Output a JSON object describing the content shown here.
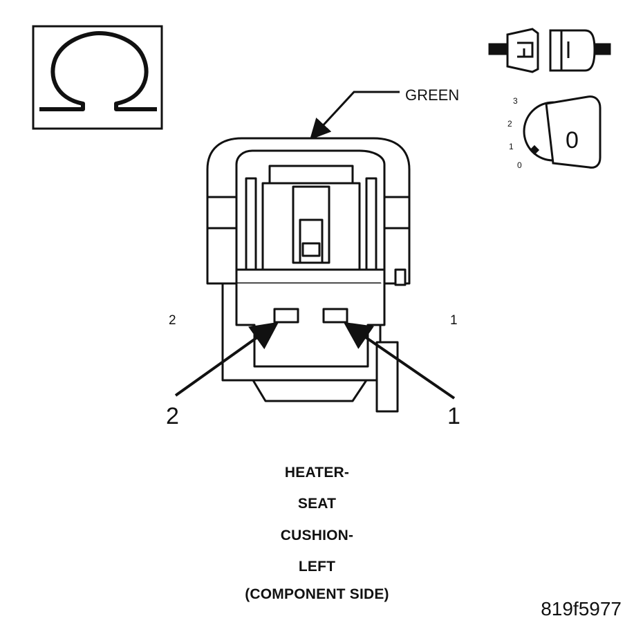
{
  "ohmmeter_symbol": "Ω",
  "wire_color_label": "GREEN",
  "pin_labels": {
    "left_small": "2",
    "right_small": "1",
    "left_callout": "2",
    "right_callout": "1"
  },
  "ignition_positions": [
    "3",
    "2",
    "1",
    "0"
  ],
  "ignition_key_position": "0",
  "caption": {
    "line1": "HEATER-",
    "line2": "SEAT",
    "line3": "CUSHION-",
    "line4": "LEFT",
    "line5": "(COMPONENT SIDE)"
  },
  "figure_id": "819f5977",
  "icons": {
    "meter": "ohm-icon",
    "disconnect": "connector-disconnected-icon",
    "key": "ignition-off-icon"
  }
}
